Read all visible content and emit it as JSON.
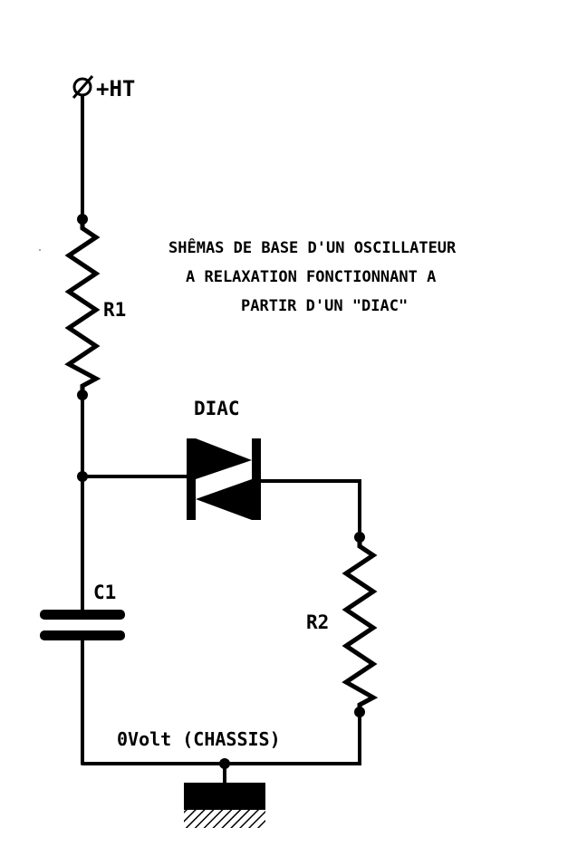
{
  "title": {
    "lines": [
      "SHÊMAS DE BASE D'UN OSCILLATEUR",
      "A RELAXATION FONCTIONNANT A",
      "PARTIR D'UN \"DIAC\""
    ]
  },
  "labels": {
    "supply": "+HT",
    "r1": "R1",
    "diac": "DIAC",
    "c1": "C1",
    "r2": "R2",
    "ground": "0Volt (CHASSIS)"
  },
  "colors": {
    "ink": "#000000",
    "background": "#ffffff"
  },
  "icons": {
    "supply_terminal": "terminal-circle-icon",
    "ground": "chassis-ground-icon"
  }
}
